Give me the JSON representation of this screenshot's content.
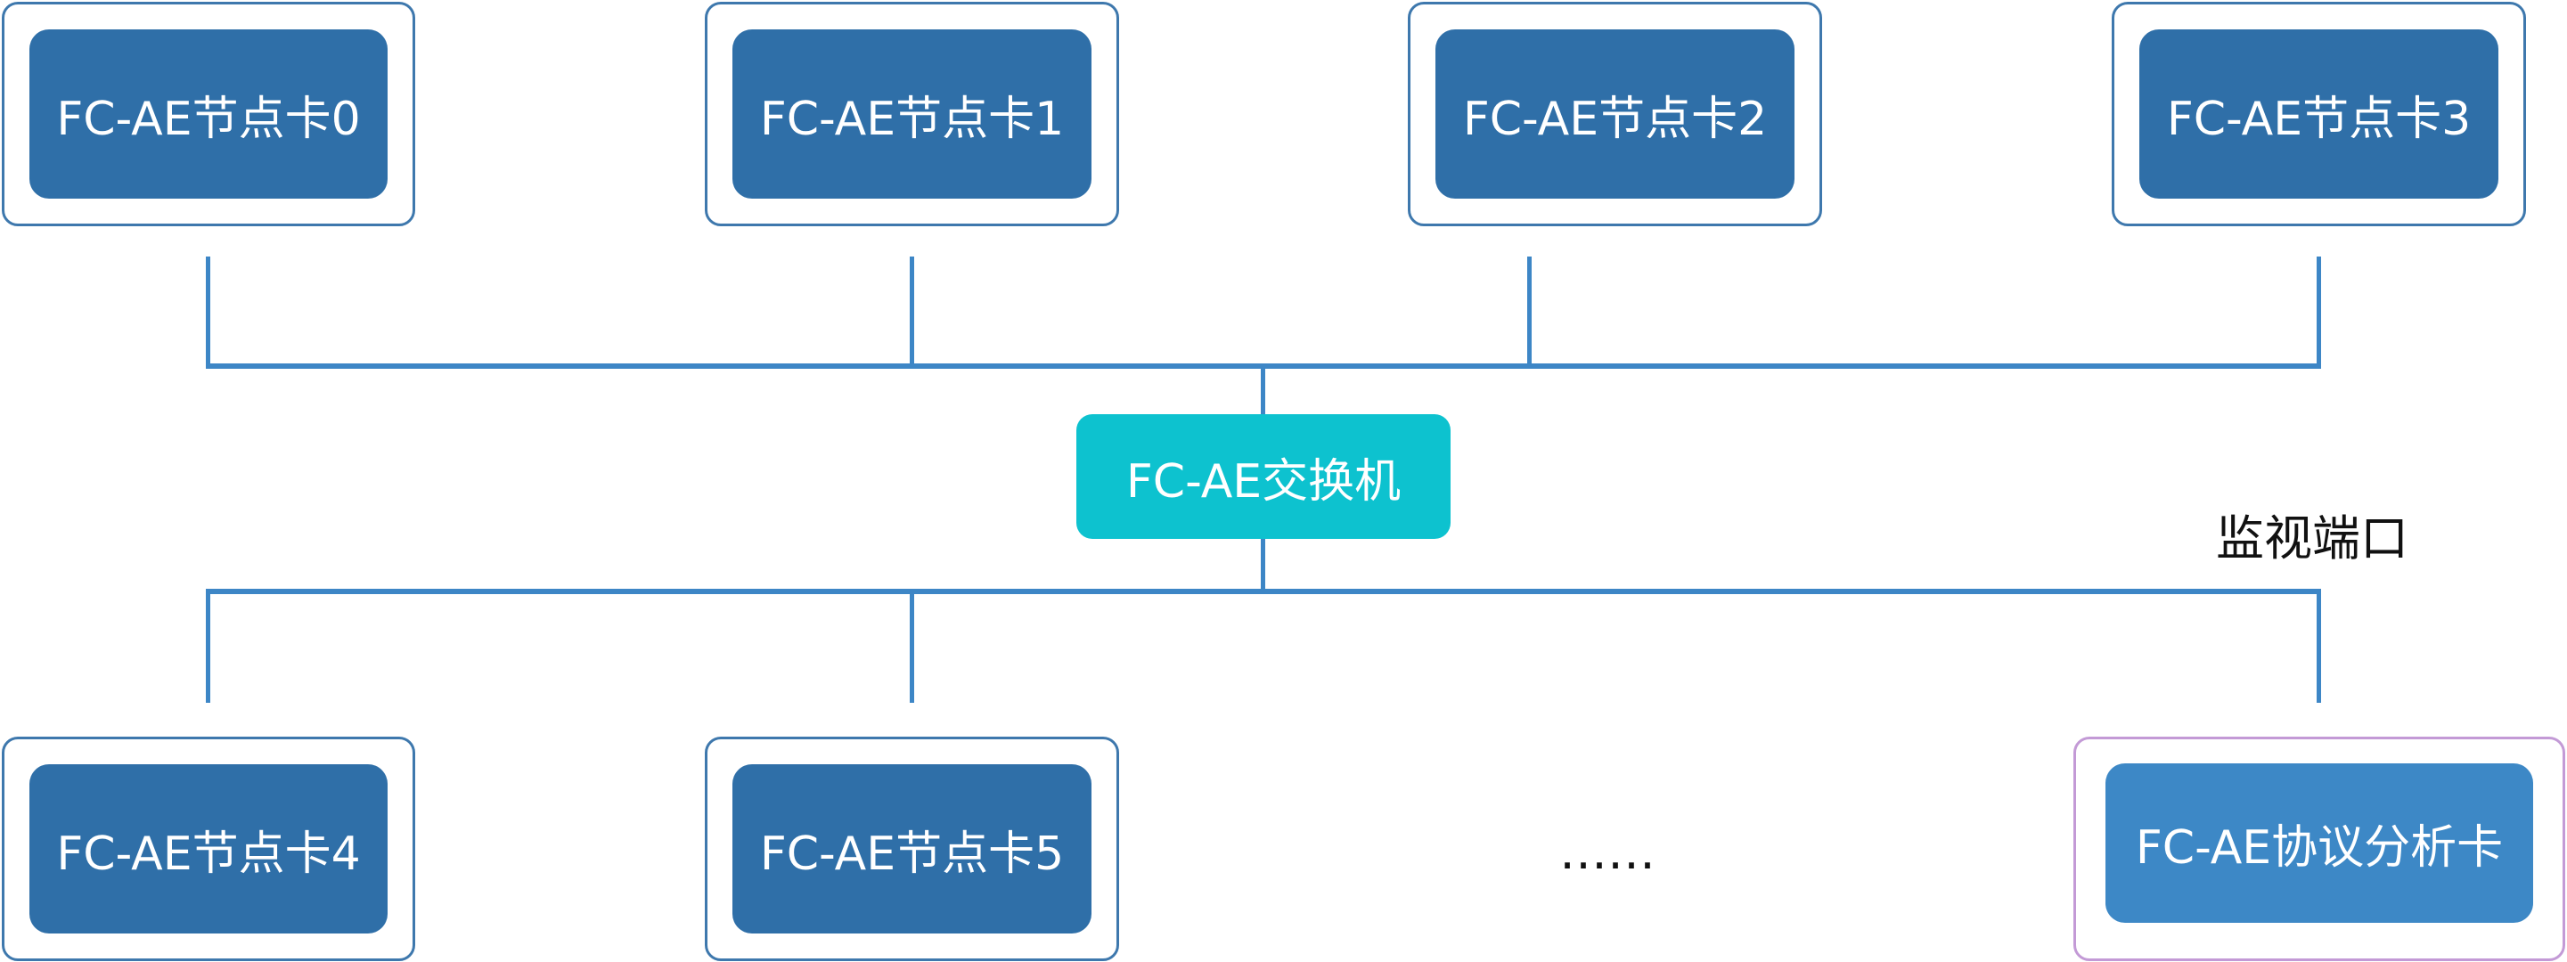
{
  "diagram": {
    "top_nodes": [
      "FC-AE节点卡0",
      "FC-AE节点卡1",
      "FC-AE节点卡2",
      "FC-AE节点卡3"
    ],
    "bottom_nodes": [
      "FC-AE节点卡4",
      "FC-AE节点卡5"
    ],
    "switch_label": "FC-AE交换机",
    "ellipsis": "……",
    "analyzer_label": "FC-AE协议分析卡",
    "monitor_port_label": "监视端口"
  },
  "colors": {
    "line": "#3d86c6",
    "node_fill": "#2f6fa8",
    "node_border": "#3e78ad",
    "switch_fill": "#0dc2cf",
    "analyzer_border": "#c39ad6",
    "analyzer_fill": "#3d88c6"
  }
}
